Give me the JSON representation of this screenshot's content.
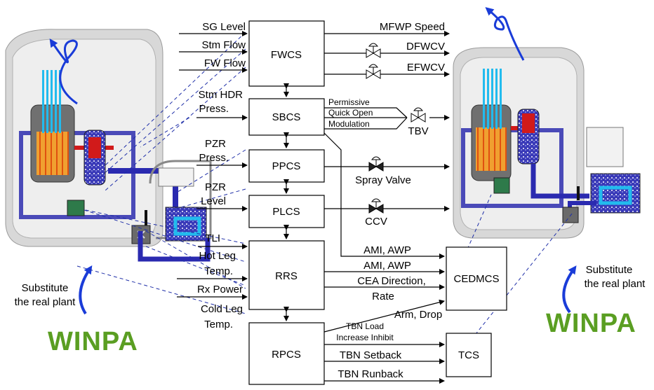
{
  "controllers": {
    "fwcs": "FWCS",
    "sbcs": "SBCS",
    "ppcs": "PPCS",
    "plcs": "PLCS",
    "rrs": "RRS",
    "rpcs": "RPCS",
    "cedmcs": "CEDMCS",
    "tcs": "TCS"
  },
  "inputs": {
    "sg_level": "SG Level",
    "stm_flow": "Stm Flow",
    "fw_flow": "FW Flow",
    "stm_hdr_1": "Stm HDR",
    "stm_hdr_2": "Press.",
    "pzr_press_1": "PZR",
    "pzr_press_2": "Press.",
    "pzr_level_1": "PZR",
    "pzr_level_2": "Level",
    "tli": "TLI",
    "hot_leg_1": "Hot Leg",
    "hot_leg_2": "Temp.",
    "rx_power": "Rx Power",
    "cold_leg_1": "Cold Leg",
    "cold_leg_2": "Temp."
  },
  "outputs": {
    "mfwp_speed": "MFWP Speed",
    "dfwcv": "DFWCV",
    "efwcv": "EFWCV",
    "permissive": "Permissive",
    "quick_open": "Quick Open",
    "modulation": "Modulation",
    "tbv": "TBV",
    "spray_valve": "Spray Valve",
    "ccv": "CCV",
    "ami_awp_1": "AMI, AWP",
    "ami_awp_2": "AMI, AWP",
    "cea_dir_1": "CEA Direction,",
    "cea_dir_2": "Rate",
    "arm_drop": "Arm, Drop",
    "tbn_load_1": "TBN Load",
    "tbn_load_2": "Increase Inhibit",
    "tbn_setback": "TBN Setback",
    "tbn_runback": "TBN Runback"
  },
  "notes": {
    "left_sub_1": "Substitute",
    "left_sub_2": "the real plant",
    "right_sub_1": "Substitute",
    "right_sub_2": "the real plant"
  },
  "logos": {
    "left": "WINPA",
    "right": "WINPA"
  },
  "colors": {
    "dashed_link": "#1f2fa8",
    "arrow_blue": "#1a3cd8",
    "logo_green": "#5a9e22",
    "vessel_blue": "#2a2ab0",
    "hot_red": "#d11a1a",
    "fuel_orange": "#f0a030"
  }
}
